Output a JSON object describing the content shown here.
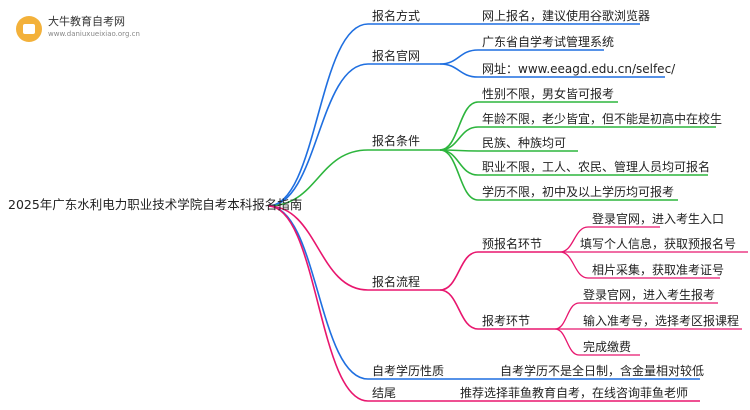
{
  "logo": {
    "title": "大牛教育自考网",
    "url": "www.daniuxueixiao.org.cn"
  },
  "root": "2025年广东水利电力职业技术学院自考本科报名指南",
  "colors": {
    "c1": "#1f6fe0",
    "c2": "#1f6fe0",
    "c3": "#2db53d",
    "c4": "#e8166e",
    "c5": "#1f6fe0",
    "c6": "#e8166e"
  },
  "branches": [
    {
      "label": "报名方式",
      "children": [
        "网上报名，建议使用谷歌浏览器"
      ]
    },
    {
      "label": "报名官网",
      "children": [
        "广东省自学考试管理系统",
        "网址：www.eeagd.edu.cn/selfec/"
      ]
    },
    {
      "label": "报名条件",
      "children": [
        "性别不限，男女皆可报考",
        "年龄不限，老少皆宜，但不能是初高中在校生",
        "民族、种族均可",
        "职业不限，工人、农民、管理人员均可报名",
        "学历不限，初中及以上学历均可报考"
      ]
    },
    {
      "label": "报名流程",
      "subs": [
        {
          "label": "预报名环节",
          "children": [
            "登录官网，进入考生入口",
            "填写个人信息，获取预报名号",
            "相片采集，获取准考证号"
          ]
        },
        {
          "label": "报考环节",
          "children": [
            "登录官网，进入考生报考",
            "输入准考号，选择考区报课程",
            "完成缴费"
          ]
        }
      ]
    },
    {
      "label": "自考学历性质",
      "children": [
        "自考学历不是全日制，含金量相对较低"
      ]
    },
    {
      "label": "结尾",
      "children": [
        "推荐选择菲鱼教育自考，在线咨询菲鱼老师"
      ]
    }
  ]
}
